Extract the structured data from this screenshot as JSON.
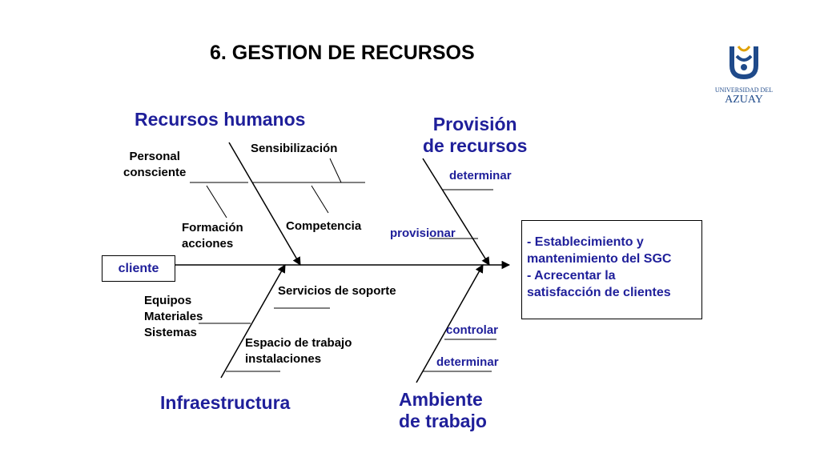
{
  "title": "6.  GESTION DE RECURSOS",
  "logo": {
    "line1": "UNIVERSIDAD DEL",
    "line2": "AZUAY"
  },
  "problem": "cliente",
  "effect": {
    "items": [
      "- Establecimiento y\nmantenimiento del SGC",
      "- Acrecentar la\nsatisfacción de clientes"
    ]
  },
  "categories": {
    "rrhh": {
      "label": "Recursos humanos",
      "causes": [
        "Personal\nconsciente",
        "Sensibilización",
        "Formación\nacciones",
        "Competencia"
      ]
    },
    "provision": {
      "label": "Provisión\nde recursos",
      "causes": [
        "determinar",
        "provisionar"
      ]
    },
    "infra": {
      "label": "Infraestructura",
      "causes": [
        "Equipos\nMateriales\nSistemas",
        "Servicios de soporte",
        "Espacio de trabajo\ninstalaciones"
      ]
    },
    "ambiente": {
      "label": "Ambiente\nde trabajo",
      "causes": [
        "controlar",
        "determinar"
      ]
    }
  },
  "colors": {
    "accent": "#1f1f9a",
    "line": "#000000",
    "logo": "#1f4a8a"
  }
}
